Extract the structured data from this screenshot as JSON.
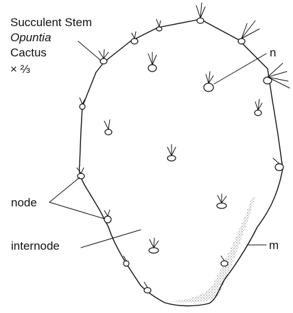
{
  "title": {
    "line1": "Succulent Stem",
    "line2": "Opuntia",
    "line3": "Cactus",
    "line4": "× ⅔"
  },
  "labels": {
    "n": "n",
    "node": "node",
    "internode": "internode",
    "m": "m"
  },
  "icons": {
    "spine_cluster": "spine-cluster-icon",
    "stipple": "stippled-mucilage-region"
  }
}
